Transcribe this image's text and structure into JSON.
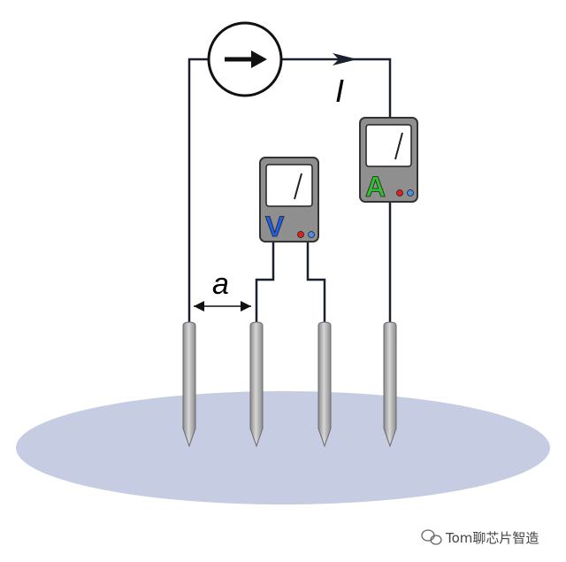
{
  "labels": {
    "current": "I",
    "spacing": "a"
  },
  "meters": {
    "voltmeter": {
      "letter": "V",
      "letter_color": "#1f5fe6"
    },
    "ammeter": {
      "letter": "A",
      "letter_color": "#2fbf2f"
    }
  },
  "colors": {
    "wire": "#1a2030",
    "ground": "#c6cde2",
    "meter_body": "#8f8f8f",
    "terminal_red": "#e02020",
    "terminal_blue": "#4a8fe6"
  },
  "watermark": {
    "text": "Tom聊芯片智造"
  }
}
